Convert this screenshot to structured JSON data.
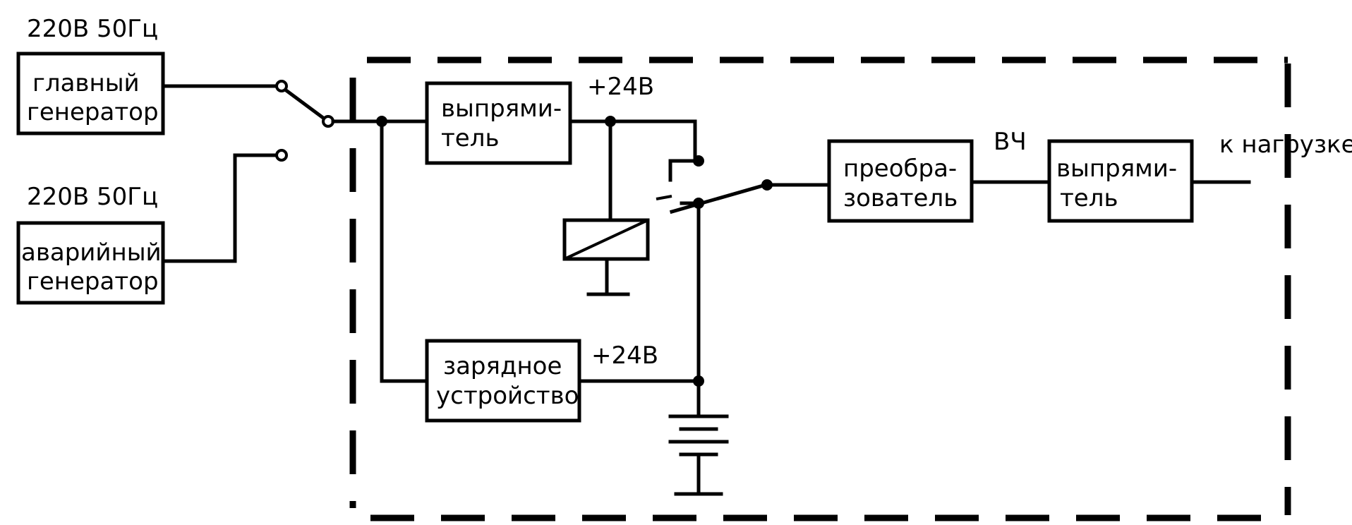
{
  "labels": {
    "mains_main": "220В 50Гц",
    "mains_backup": "220В 50Гц",
    "rectifier1_line1": "выпрями-",
    "rectifier1_line2": "тель",
    "voltage_top": "+24В",
    "charger_line1": "зарядное",
    "charger_line2": "устройство",
    "voltage_bottom": "+24В",
    "converter_line1": "преобра-",
    "converter_line2": "зователь",
    "hf": "ВЧ",
    "rectifier2_line1": "выпрями-",
    "rectifier2_line2": "тель",
    "load": "к нагрузке",
    "main_gen_line1": "главный",
    "main_gen_line2": "генератор",
    "backup_gen_line1": "аварийный",
    "backup_gen_line2": "генератор"
  }
}
